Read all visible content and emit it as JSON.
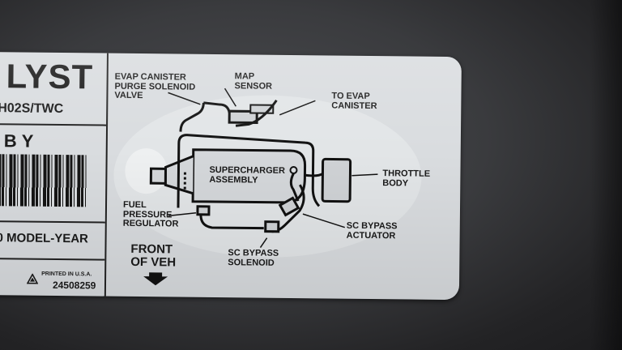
{
  "label": {
    "left_panel": {
      "title_fragment": "LYST",
      "subtitle_fragment": "H02S/TWC",
      "by_text": "BY",
      "model_year_fragment": "0 MODEL-YEAR",
      "printed_text": "PRINTED IN U.S.A.",
      "part_number": "24508259"
    },
    "diagram": {
      "evap_purge_line1": "EVAP CANISTER",
      "evap_purge_line2": "PURGE SOLENOID",
      "evap_purge_line3": "VALVE",
      "map_line1": "MAP",
      "map_line2": "SENSOR",
      "to_evap_line1": "TO EVAP",
      "to_evap_line2": "CANISTER",
      "supercharger_line1": "SUPERCHARGER",
      "supercharger_line2": "ASSEMBLY",
      "throttle_line1": "THROTTLE",
      "throttle_line2": "BODY",
      "fuel_line1": "FUEL",
      "fuel_line2": "PRESSURE",
      "fuel_line3": "REGULATOR",
      "sc_actuator_line1": "SC BYPASS",
      "sc_actuator_line2": "ACTUATOR",
      "sc_solenoid_line1": "SC BYPASS",
      "sc_solenoid_line2": "SOLENOID",
      "front_line1": "FRONT",
      "front_line2": "OF VEH"
    }
  },
  "colors": {
    "label_background": "#d9dcdf",
    "ink": "#1a1a1a",
    "surround": "#3a3b3e"
  }
}
